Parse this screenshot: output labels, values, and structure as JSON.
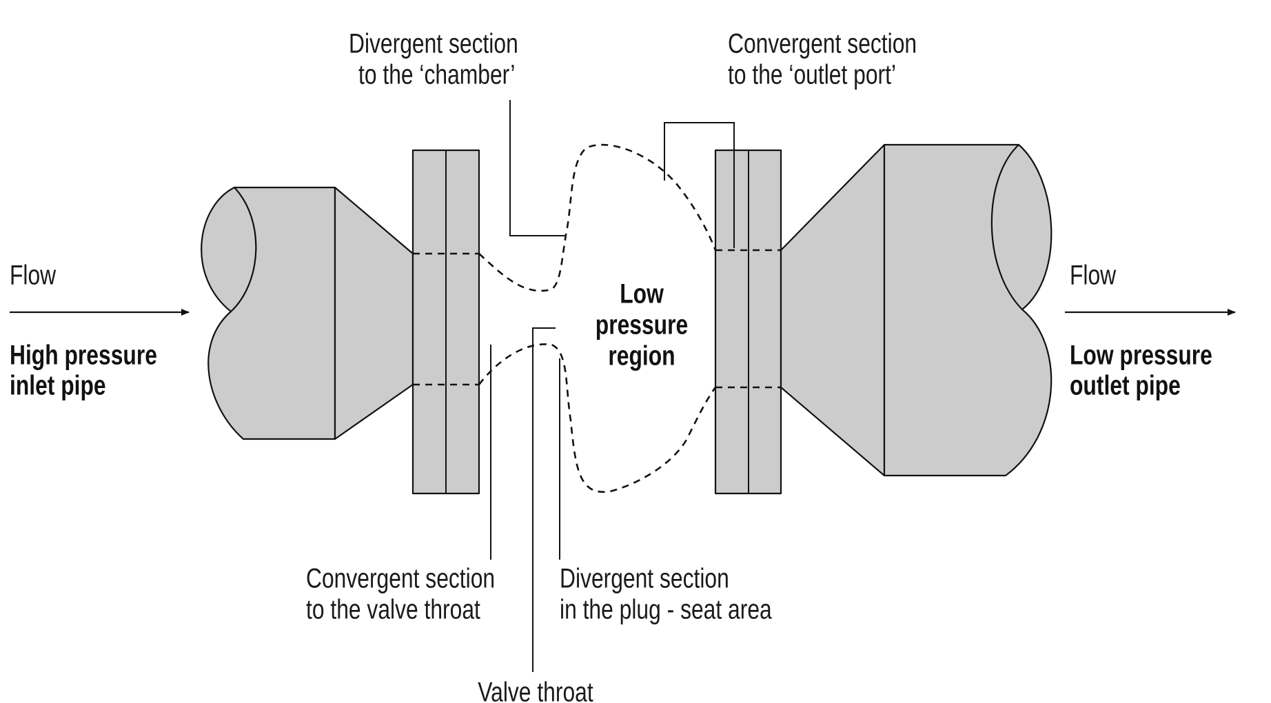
{
  "colors": {
    "body_fill": "#cccccc",
    "line": "#111111",
    "background": "#ffffff"
  },
  "labels": {
    "flow_left": "Flow",
    "inlet_line1": "High pressure",
    "inlet_line2": "inlet pipe",
    "flow_right": "Flow",
    "outlet_line1": "Low pressure",
    "outlet_line2": "outlet pipe",
    "region_line1": "Low",
    "region_line2": "pressure",
    "region_line3": "region",
    "divergent_chamber_line1": "Divergent section",
    "divergent_chamber_line2": "to the ‘chamber’",
    "convergent_outlet_line1": "Convergent section",
    "convergent_outlet_line2": "to the ‘outlet port’",
    "convergent_throat_line1": "Convergent section",
    "convergent_throat_line2": "to  the  valve  throat",
    "divergent_plug_line1": "Divergent section",
    "divergent_plug_line2": "in the plug - seat area",
    "valve_throat": "Valve throat"
  }
}
